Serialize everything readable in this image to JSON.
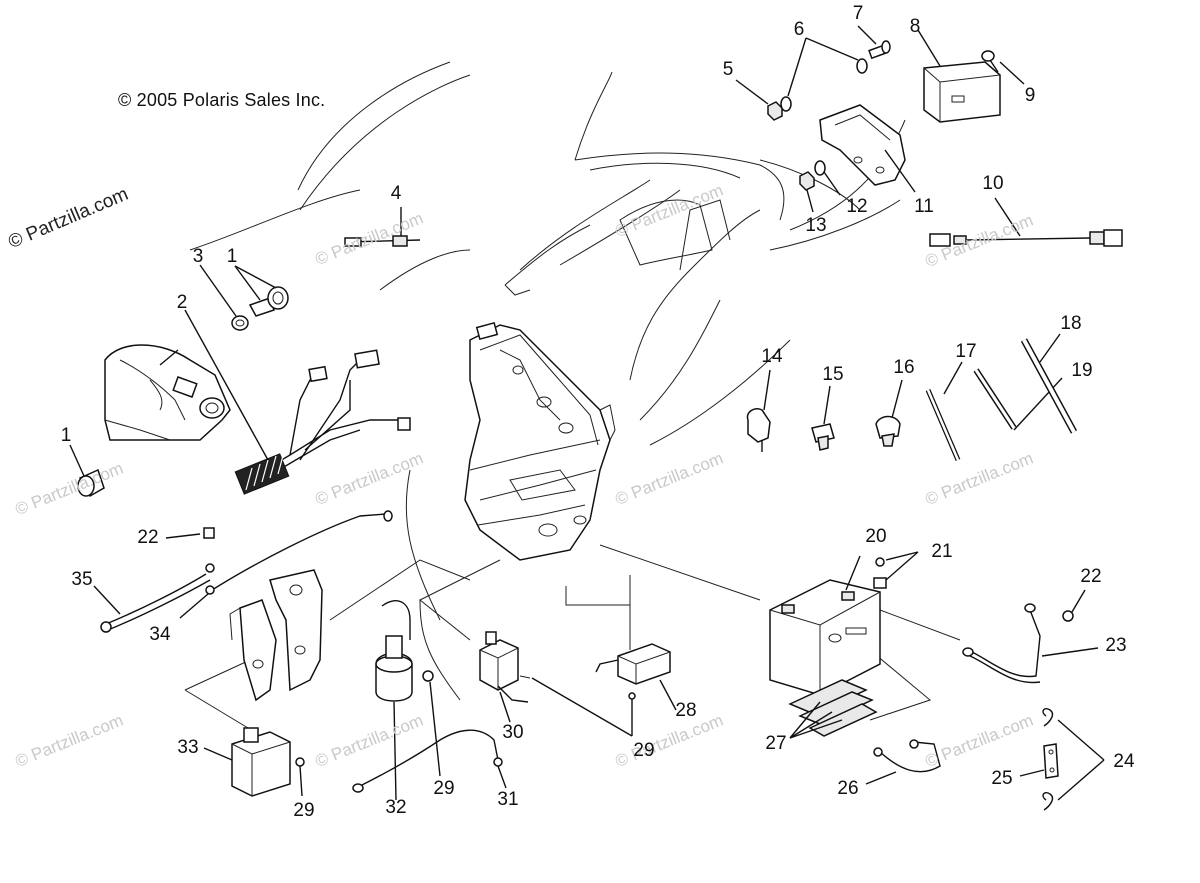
{
  "copyright": "© 2005 Polaris Sales Inc.",
  "watermark_main": "© Partzilla.com",
  "watermark_faint": "© Partzilla.com",
  "callouts": [
    {
      "id": "c1a",
      "label": "1"
    },
    {
      "id": "c1b",
      "label": "1"
    },
    {
      "id": "c2",
      "label": "2"
    },
    {
      "id": "c3",
      "label": "3"
    },
    {
      "id": "c4",
      "label": "4"
    },
    {
      "id": "c5",
      "label": "5"
    },
    {
      "id": "c6",
      "label": "6"
    },
    {
      "id": "c7",
      "label": "7"
    },
    {
      "id": "c8",
      "label": "8"
    },
    {
      "id": "c9",
      "label": "9"
    },
    {
      "id": "c10",
      "label": "10"
    },
    {
      "id": "c11",
      "label": "11"
    },
    {
      "id": "c12",
      "label": "12"
    },
    {
      "id": "c13",
      "label": "13"
    },
    {
      "id": "c14",
      "label": "14"
    },
    {
      "id": "c15",
      "label": "15"
    },
    {
      "id": "c16",
      "label": "16"
    },
    {
      "id": "c17",
      "label": "17"
    },
    {
      "id": "c18",
      "label": "18"
    },
    {
      "id": "c19",
      "label": "19"
    },
    {
      "id": "c20",
      "label": "20"
    },
    {
      "id": "c21",
      "label": "21"
    },
    {
      "id": "c22a",
      "label": "22"
    },
    {
      "id": "c22b",
      "label": "22"
    },
    {
      "id": "c23",
      "label": "23"
    },
    {
      "id": "c24",
      "label": "24"
    },
    {
      "id": "c25",
      "label": "25"
    },
    {
      "id": "c26",
      "label": "26"
    },
    {
      "id": "c27",
      "label": "27"
    },
    {
      "id": "c28",
      "label": "28"
    },
    {
      "id": "c29a",
      "label": "29"
    },
    {
      "id": "c29b",
      "label": "29"
    },
    {
      "id": "c29c",
      "label": "29"
    },
    {
      "id": "c30",
      "label": "30"
    },
    {
      "id": "c31",
      "label": "31"
    },
    {
      "id": "c32",
      "label": "32"
    },
    {
      "id": "c33",
      "label": "33"
    },
    {
      "id": "c34",
      "label": "34"
    },
    {
      "id": "c35",
      "label": "35"
    }
  ]
}
